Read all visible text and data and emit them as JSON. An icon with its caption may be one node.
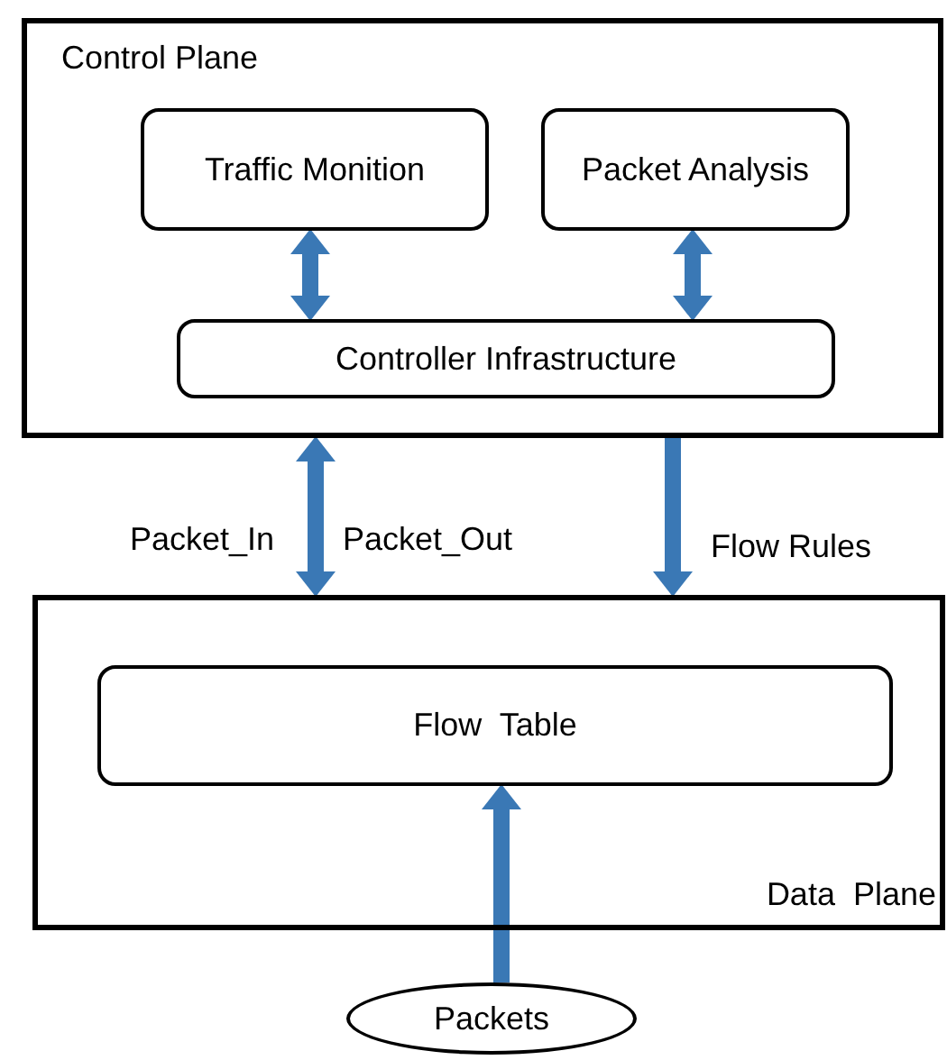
{
  "diagram": {
    "nodes": [
      {
        "text": [
          "Control Plane"
        ]
      },
      {
        "text": [
          "Traffic Monition"
        ],
        "in": 0
      },
      {
        "text": [
          "Packet Analysis"
        ],
        "in": 0
      },
      {
        "text": [
          "Controller Infrastructure"
        ],
        "in": 0
      },
      {
        "text": [
          "Data  Plane"
        ]
      },
      {
        "text": [
          "Flow  Table"
        ],
        "in": 4
      },
      {
        "text": [
          "Packets"
        ]
      }
    ],
    "edges": [
      {
        "from": 1,
        "to": 3,
        "arrow": "both"
      },
      {
        "from": 2,
        "to": 3,
        "arrow": "both"
      },
      {
        "from": 0,
        "to": 4,
        "arrow": "both",
        "label": "Packet_In"
      },
      {
        "from": 0,
        "to": 4,
        "arrow": "to",
        "label": "Flow Rules"
      },
      {
        "from": 6,
        "to": 5,
        "arrow": "to"
      }
    ],
    "labels": [
      "Packet_Out"
    ]
  }
}
